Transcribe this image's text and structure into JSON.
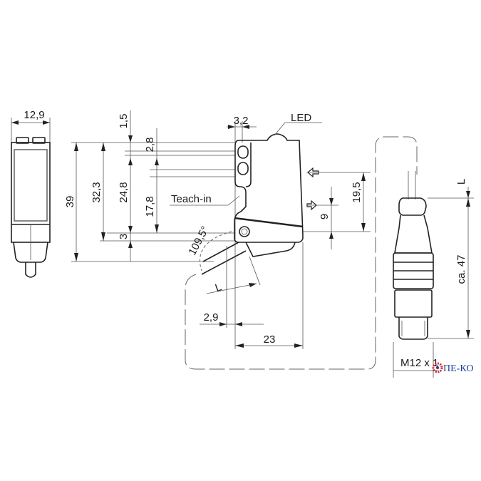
{
  "dimensions": {
    "front_width": "12,9",
    "total_height": "39",
    "height_32_3": "32,3",
    "height_24_8": "24,8",
    "height_17_8": "17,8",
    "offset_1_5": "1,5",
    "offset_2_8": "2,8",
    "offset_3": "3",
    "led_width": "3,2",
    "angle": "109,5°",
    "cable_length_side": "L",
    "offset_2_9": "2,9",
    "depth": "23",
    "optical_axis_9": "9",
    "optical_axis_19_5": "19,5",
    "cable_length_connector": "L",
    "connector_length": "ca. 47",
    "thread": "M12 x 1"
  },
  "labels": {
    "led": "LED",
    "teach_in": "Teach-in"
  },
  "logo": {
    "text": "ПЕ-КО",
    "colors": {
      "gear": "#d42a2a",
      "text": "#1f3f9a"
    }
  }
}
